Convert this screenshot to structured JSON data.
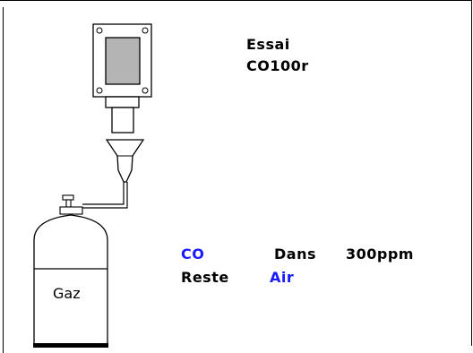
{
  "title": {
    "line1": "Essai",
    "line2": "CO100r"
  },
  "cylinder": {
    "label": "Gaz"
  },
  "mixture": {
    "gas": "CO",
    "in_label": "Dans",
    "concentration": "300ppm",
    "balance_label": "Reste",
    "balance_gas": "Air"
  },
  "colors": {
    "gas_highlight": "#1a1aff",
    "text": "#000000",
    "sensor_window": "#b4b4b4"
  }
}
